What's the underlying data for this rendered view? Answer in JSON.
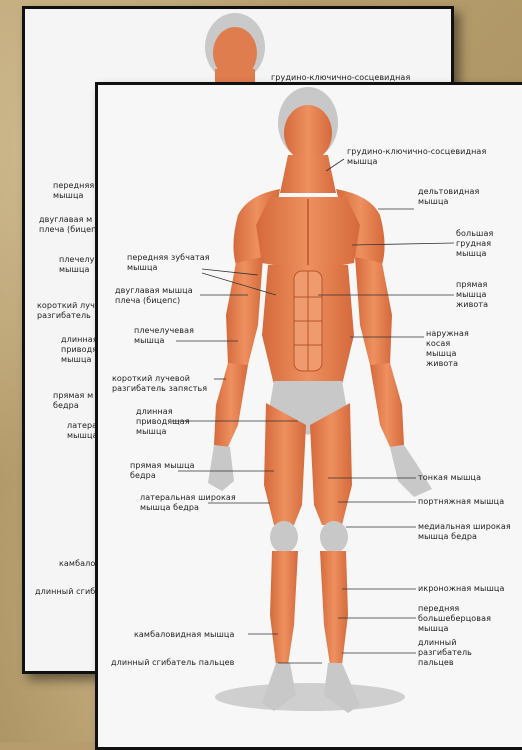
{
  "back_sheet": {
    "top_label": "грудино-ключично-сосцевидная",
    "left_labels": [
      "передняя\nмышца",
      "двуглавая м\nплеча (бицеп",
      "плечелу\nмышца",
      "короткий луч\nразгибатель",
      "длинная\nприводя\nмышца",
      "прямая м\nбедра",
      "латерал\nмышца",
      "камбало",
      "длинный сгиб"
    ]
  },
  "front_sheet": {
    "right_labels": [
      "грудино-ключично-сосцевидная\nмышца",
      "дельтовидная\nмышца",
      "большая\nгрудная\nмышца",
      "прямая\nмышца\nживота",
      "наружная\nкосая\nмышца\nживота",
      "тонкая мышца",
      "портняжная мышца",
      "медиальная широкая\nмышца бедра",
      "икроножная мышца",
      "передняя\nбольшеберцовая\nмышца",
      "длинный\nразгибатель\nпальцев"
    ],
    "left_labels": [
      "передняя зубчатая\nмышца",
      "двуглавая мышца\nплеча (бицепс)",
      "плечелучевая\nмышца",
      "короткий лучевой\nразгибатель запястья",
      "длинная\nприводящая\nмышца",
      "прямая мышца\nбедра",
      "латеральная широкая\nмышца бедра",
      "камбаловидная мышца",
      "длинный сгибатель пальцев"
    ]
  },
  "colors": {
    "muscle": "#e07d4e",
    "muscle_dark": "#b9532c",
    "tendon": "#c9c9c9",
    "paper": "#f7f7f7"
  }
}
